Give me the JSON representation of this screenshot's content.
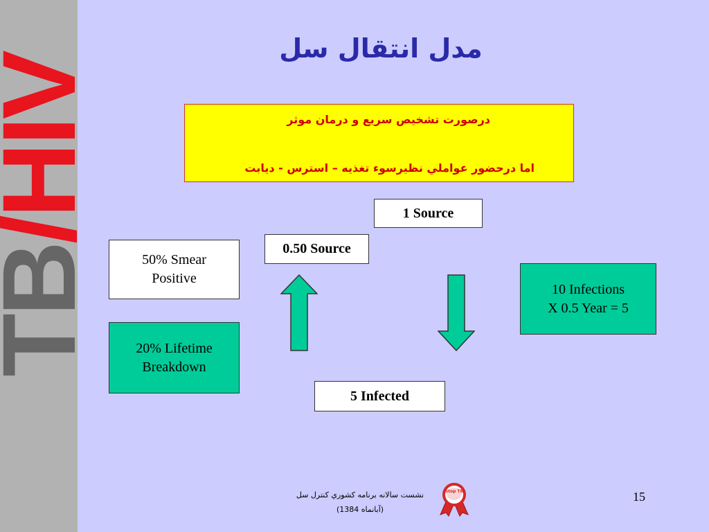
{
  "sidebar": {
    "text_dark1": "TB",
    "text_red": "/HIV",
    "text_dark2": ""
  },
  "title": "مدل انتقال سل",
  "yellow_box": {
    "line1": "درصورت تشخيص سريع  و  درمان موثر",
    "line2": "اما درحضور عواملي نظيرسوء تغذيه – استرس - ديابت"
  },
  "boxes": {
    "one_source": "1 Source",
    "half_source": "0.50 Source",
    "smear_line1": "50%  Smear",
    "smear_line2": "Positive",
    "lifetime_line1": "20%  Lifetime",
    "lifetime_line2": "Breakdown",
    "infections_line1": "10 Infections",
    "infections_line2": "X  0.5 Year = 5",
    "infected": "5  Infected"
  },
  "footer": {
    "line1": "نشست سالانه برنامه كشوري كنترل سل",
    "line2": "(آبانماه 1384)",
    "logo_text": "Stop TB",
    "page_number": "15"
  },
  "colors": {
    "background": "#ccccff",
    "green": "#00cc99",
    "yellow": "#ffff00",
    "title": "#2a2aa8",
    "red": "#cc0000"
  }
}
